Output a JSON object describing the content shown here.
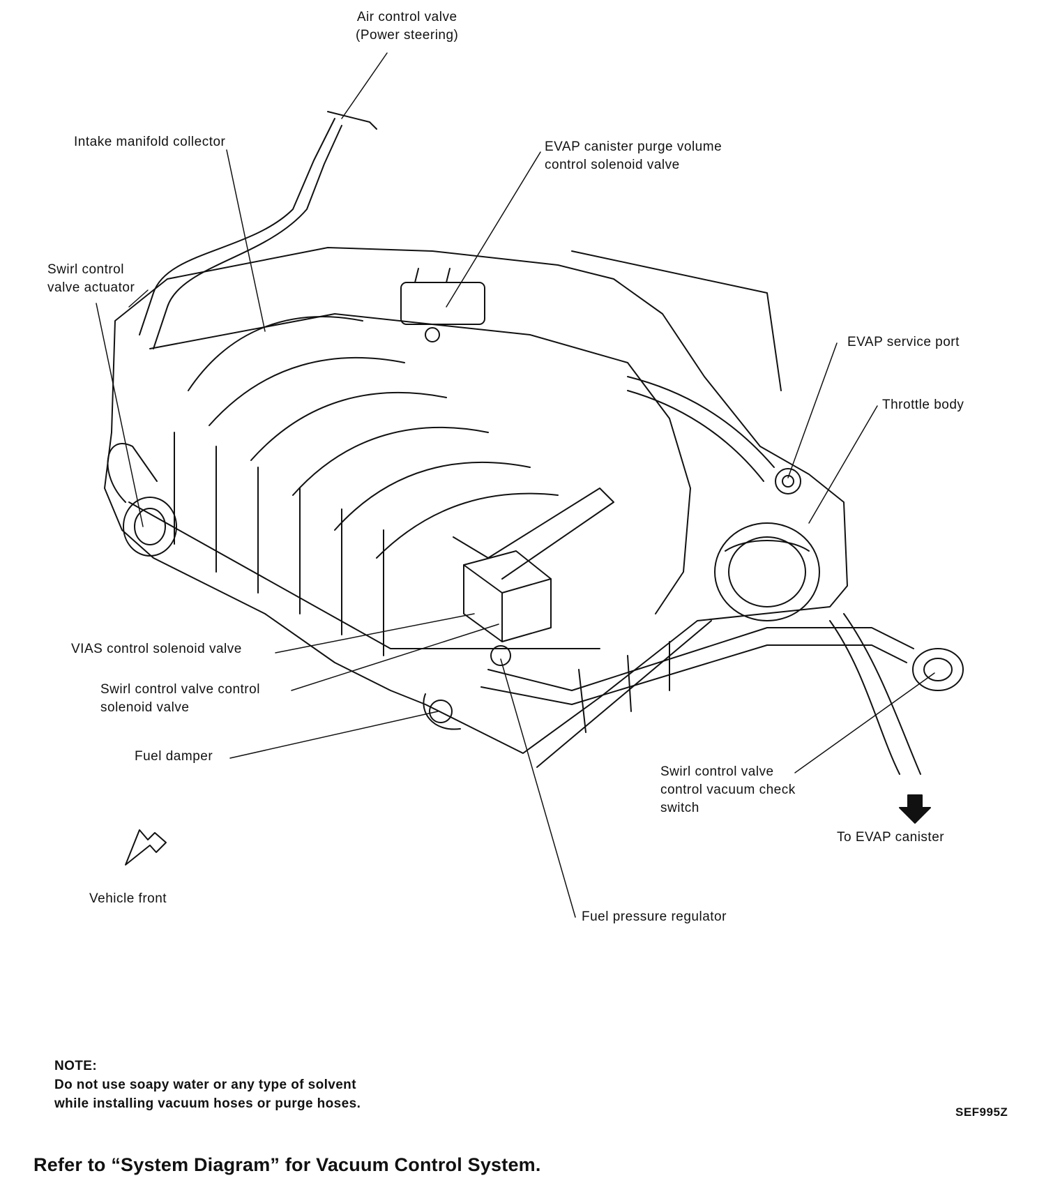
{
  "labels": {
    "air_control_valve": [
      "Air control valve",
      "(Power steering)"
    ],
    "intake_manifold_collector": [
      "Intake manifold collector"
    ],
    "evap_purge_valve": [
      "EVAP canister purge volume",
      "control solenoid valve"
    ],
    "swirl_actuator": [
      "Swirl control",
      "valve actuator"
    ],
    "evap_service_port": [
      "EVAP service port"
    ],
    "throttle_body": [
      "Throttle body"
    ],
    "vias_solenoid": [
      "VIAS control solenoid valve"
    ],
    "swirl_solenoid": [
      "Swirl control valve control",
      "solenoid valve"
    ],
    "fuel_damper": [
      "Fuel damper"
    ],
    "swirl_check_switch": [
      "Swirl control valve",
      "control vacuum check",
      "switch"
    ],
    "to_evap_canister": [
      "To EVAP canister"
    ],
    "vehicle_front": [
      "Vehicle front"
    ],
    "fuel_pressure_regulator": [
      "Fuel pressure regulator"
    ]
  },
  "note": {
    "heading": "NOTE:",
    "line1": "Do not use soapy water or any type of solvent",
    "line2": "while installing vacuum hoses or purge hoses."
  },
  "figure_code": "SEF995Z",
  "footer": "Refer to “System Diagram” for Vacuum Control System."
}
